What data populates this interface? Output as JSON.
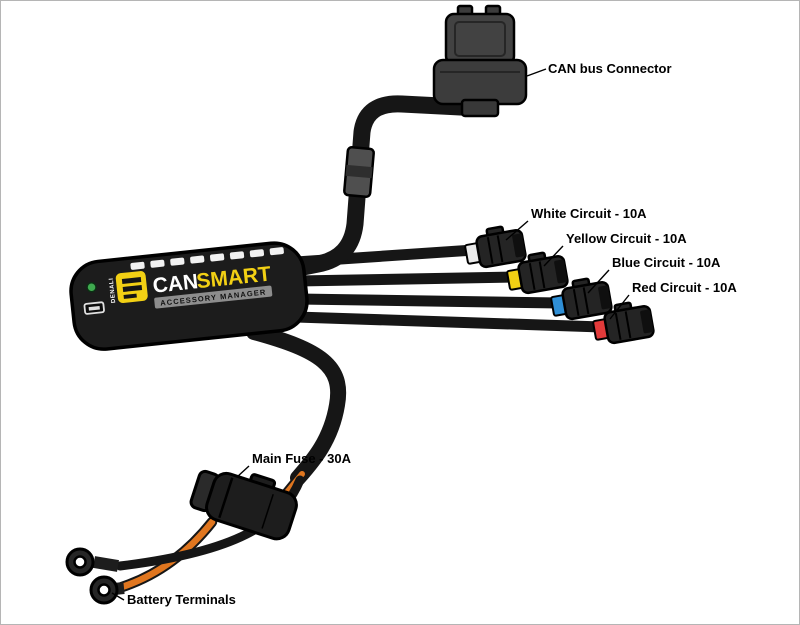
{
  "diagram": {
    "device": {
      "brand": "DENALI",
      "title_can": "CAN",
      "title_smart": "SMART",
      "subtitle": "ACCESSORY MANAGER"
    },
    "labels": {
      "can_bus": "CAN bus Connector",
      "white": "White Circuit - 10A",
      "yellow": "Yellow Circuit - 10A",
      "blue": "Blue Circuit - 10A",
      "red": "Red Circuit - 10A",
      "fuse": "Main Fuse - 30A",
      "battery": "Battery Terminals"
    },
    "colors": {
      "white_seal": "#e9e9e9",
      "yellow_seal": "#f2d014",
      "blue_seal": "#2f8fd6",
      "red_seal": "#e23a3a",
      "brand_yellow": "#f2d014",
      "led_green": "#3faa4f",
      "wire_orange": "#e0761f"
    }
  }
}
